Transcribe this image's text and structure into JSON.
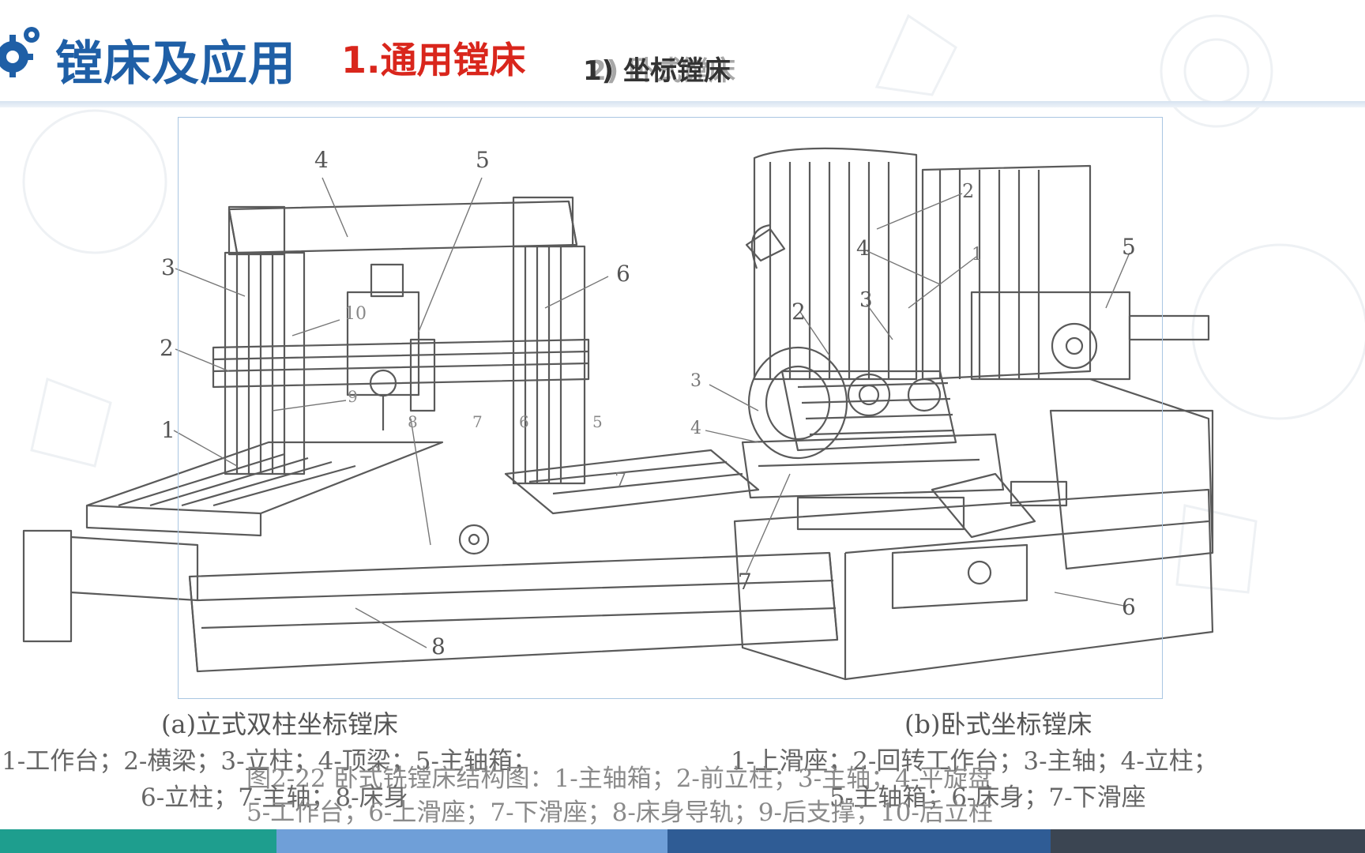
{
  "header": {
    "brand_title": "镗床及应用",
    "section_title": "1.通用镗床",
    "sub_title": "1) 坐标镗床",
    "sub_title_overlap": "2) 卧式镗床"
  },
  "figure": {
    "caption_a": "(a)立式双柱坐标镗床",
    "caption_b": "(b)卧式坐标镗床",
    "legend_a_line1": "1-工作台；2-横梁；3-立柱；4-顶梁；5-主轴箱；",
    "legend_a_line2": "6-立柱；7-主轴；8-床身",
    "legend_b_line1": "1-上滑座；2-回转工作台；3-主轴；4-立柱；",
    "legend_b_line2": "5-主轴箱；6-床身；7-下滑座",
    "overlay_line1": "图2-22 卧式铣镗床结构图：1-主轴箱；2-前立柱；3-主轴；4-平旋盘",
    "overlay_line2": "5-工作台；6-上滑座；7-下滑座；8-床身导轨；9-后支撑；10-后立柱",
    "callouts_left": [
      "4",
      "5",
      "3",
      "6",
      "10",
      "2",
      "9",
      "1",
      "8",
      "7",
      "6",
      "5",
      "7",
      "8"
    ],
    "callouts_right": [
      "2",
      "4",
      "1",
      "5",
      "2",
      "3",
      "3",
      "4",
      "7",
      "6"
    ]
  },
  "colors": {
    "brand_blue": "#1f5fa6",
    "section_red": "#d9261c",
    "footer_teal": "#1e9e8e",
    "footer_blue": "#6f9fd8",
    "footer_navy": "#2f5c95",
    "footer_dark": "#3b4552"
  }
}
